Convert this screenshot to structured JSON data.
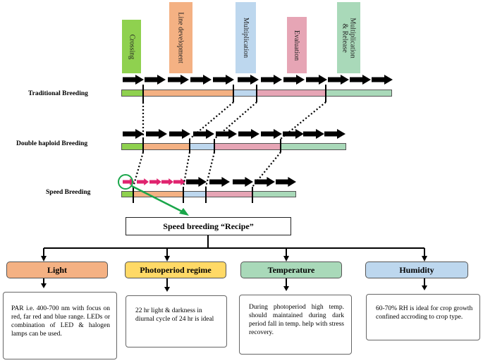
{
  "stages": [
    {
      "label": "Crossing",
      "color": "#8fd14f"
    },
    {
      "label": "Line development",
      "color": "#f4b183"
    },
    {
      "label": "Multiplication",
      "color": "#bdd7ee"
    },
    {
      "label": "Evaluation",
      "color": "#e6a5b5"
    },
    {
      "label": "Multiplication & Release",
      "color": "#a9d9b9"
    }
  ],
  "rows": [
    {
      "label": "Traditional Breeding"
    },
    {
      "label": "Double haploid Breeding"
    },
    {
      "label": "Speed Breeding"
    }
  ],
  "recipe": {
    "title": "Speed breeding “Recipe”"
  },
  "categories": [
    {
      "label": "Light",
      "color": "#f4b183",
      "description": "PAR i.e. 400-700 nm with focus on red, far red and blue range. LEDs or combination of LED & halogen lamps can be used."
    },
    {
      "label": "Photoperiod regime",
      "color": "#ffd966",
      "description": "22 hr light & darkness in diurnal cycle of 24 hr is ideal"
    },
    {
      "label": "Temperature",
      "color": "#a9d9b9",
      "description": "During photoperiod high temp. should maintained during dark period fall in temp. help with stress recovery."
    },
    {
      "label": "Humidity",
      "color": "#bdd7ee",
      "description": "60-70% RH is ideal for crop growth confined accroding to crop type."
    }
  ],
  "colors": {
    "arrow": "#000000",
    "speed_arrow": "#e0246f",
    "highlight": "#1aa64a"
  }
}
